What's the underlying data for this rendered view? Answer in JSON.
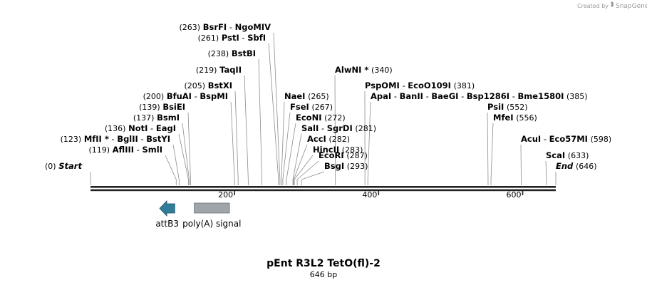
{
  "credit": {
    "prefix": "Created by",
    "brand": "SnapGene"
  },
  "title": "pEnt R3L2 TetO(fl)-2",
  "length_label": "646 bp",
  "total_bp": 646,
  "ruler_ticks": [
    {
      "pos": 200,
      "label": "200"
    },
    {
      "pos": 400,
      "label": "400"
    },
    {
      "pos": 600,
      "label": "600"
    }
  ],
  "sites": [
    {
      "pos": 0,
      "pos_label": "(0)",
      "parts": [
        {
          "t": "Start",
          "ital": true
        }
      ],
      "side": "right"
    },
    {
      "pos": 119,
      "pos_label": "(119)",
      "parts": [
        {
          "t": "AflIII"
        },
        {
          "t": "SmlI"
        }
      ],
      "side": "left"
    },
    {
      "pos": 123,
      "pos_label": "(123)",
      "parts": [
        {
          "t": "MfII",
          "star": true
        },
        {
          "t": "BglII"
        },
        {
          "t": "BstYI"
        }
      ],
      "side": "left"
    },
    {
      "pos": 136,
      "pos_label": "(136)",
      "parts": [
        {
          "t": "NotI"
        },
        {
          "t": "EagI"
        }
      ],
      "side": "left"
    },
    {
      "pos": 137,
      "pos_label": "(137)",
      "parts": [
        {
          "t": "BsmI"
        }
      ],
      "side": "left"
    },
    {
      "pos": 139,
      "pos_label": "(139)",
      "parts": [
        {
          "t": "BsiEI"
        }
      ],
      "side": "left"
    },
    {
      "pos": 200,
      "pos_label": "(200)",
      "parts": [
        {
          "t": "BfuAI"
        },
        {
          "t": "BspMI"
        }
      ],
      "side": "left"
    },
    {
      "pos": 205,
      "pos_label": "(205)",
      "parts": [
        {
          "t": "BstXI"
        }
      ],
      "side": "left"
    },
    {
      "pos": 219,
      "pos_label": "(219)",
      "parts": [
        {
          "t": "TaqII"
        }
      ],
      "side": "left"
    },
    {
      "pos": 238,
      "pos_label": "(238)",
      "parts": [
        {
          "t": "BstBI"
        }
      ],
      "side": "left"
    },
    {
      "pos": 261,
      "pos_label": "(261)",
      "parts": [
        {
          "t": "PstI"
        },
        {
          "t": "SbfI"
        }
      ],
      "side": "left"
    },
    {
      "pos": 263,
      "pos_label": "(263)",
      "parts": [
        {
          "t": "BsrFI"
        },
        {
          "t": "NgoMIV"
        }
      ],
      "side": "left"
    },
    {
      "pos": 265,
      "pos_label": "(265)",
      "parts": [
        {
          "t": "NaeI"
        }
      ],
      "side": "right"
    },
    {
      "pos": 267,
      "pos_label": "(267)",
      "parts": [
        {
          "t": "FseI"
        }
      ],
      "side": "right"
    },
    {
      "pos": 272,
      "pos_label": "(272)",
      "parts": [
        {
          "t": "EcoNI"
        }
      ],
      "side": "right"
    },
    {
      "pos": 281,
      "pos_label": "(281)",
      "parts": [
        {
          "t": "SalI"
        },
        {
          "t": "SgrDI"
        }
      ],
      "side": "right"
    },
    {
      "pos": 282,
      "pos_label": "(282)",
      "parts": [
        {
          "t": "AccI"
        }
      ],
      "side": "right"
    },
    {
      "pos": 283,
      "pos_label": "(283)",
      "parts": [
        {
          "t": "HincII"
        }
      ],
      "side": "right"
    },
    {
      "pos": 287,
      "pos_label": "(287)",
      "parts": [
        {
          "t": "EcoRI"
        }
      ],
      "side": "right"
    },
    {
      "pos": 293,
      "pos_label": "(293)",
      "parts": [
        {
          "t": "BsgI"
        }
      ],
      "side": "right"
    },
    {
      "pos": 340,
      "pos_label": "(340)",
      "parts": [
        {
          "t": "AlwNI",
          "star": true
        }
      ],
      "side": "right"
    },
    {
      "pos": 381,
      "pos_label": "(381)",
      "parts": [
        {
          "t": "PspOMI"
        },
        {
          "t": "EcoO109I"
        }
      ],
      "side": "right"
    },
    {
      "pos": 385,
      "pos_label": "(385)",
      "parts": [
        {
          "t": "ApaI"
        },
        {
          "t": "BanII"
        },
        {
          "t": "BaeGI"
        },
        {
          "t": "Bsp1286I"
        },
        {
          "t": "Bme1580I"
        }
      ],
      "side": "right"
    },
    {
      "pos": 552,
      "pos_label": "(552)",
      "parts": [
        {
          "t": "PsiI"
        }
      ],
      "side": "right"
    },
    {
      "pos": 556,
      "pos_label": "(556)",
      "parts": [
        {
          "t": "MfeI"
        }
      ],
      "side": "right"
    },
    {
      "pos": 598,
      "pos_label": "(598)",
      "parts": [
        {
          "t": "AcuI"
        },
        {
          "t": "Eco57MI"
        }
      ],
      "side": "right"
    },
    {
      "pos": 633,
      "pos_label": "(633)",
      "parts": [
        {
          "t": "ScaI"
        }
      ],
      "side": "right"
    },
    {
      "pos": 646,
      "pos_label": "(646)",
      "parts": [
        {
          "t": "End",
          "ital": true
        }
      ],
      "side": "right"
    }
  ],
  "features": [
    {
      "name": "attB3",
      "start": 96,
      "end": 117,
      "type": "arrow-left",
      "color": "#2f7d99"
    },
    {
      "name": "poly(A) signal",
      "start": 144,
      "end": 193,
      "type": "box",
      "color": "#a0a5aa"
    }
  ]
}
